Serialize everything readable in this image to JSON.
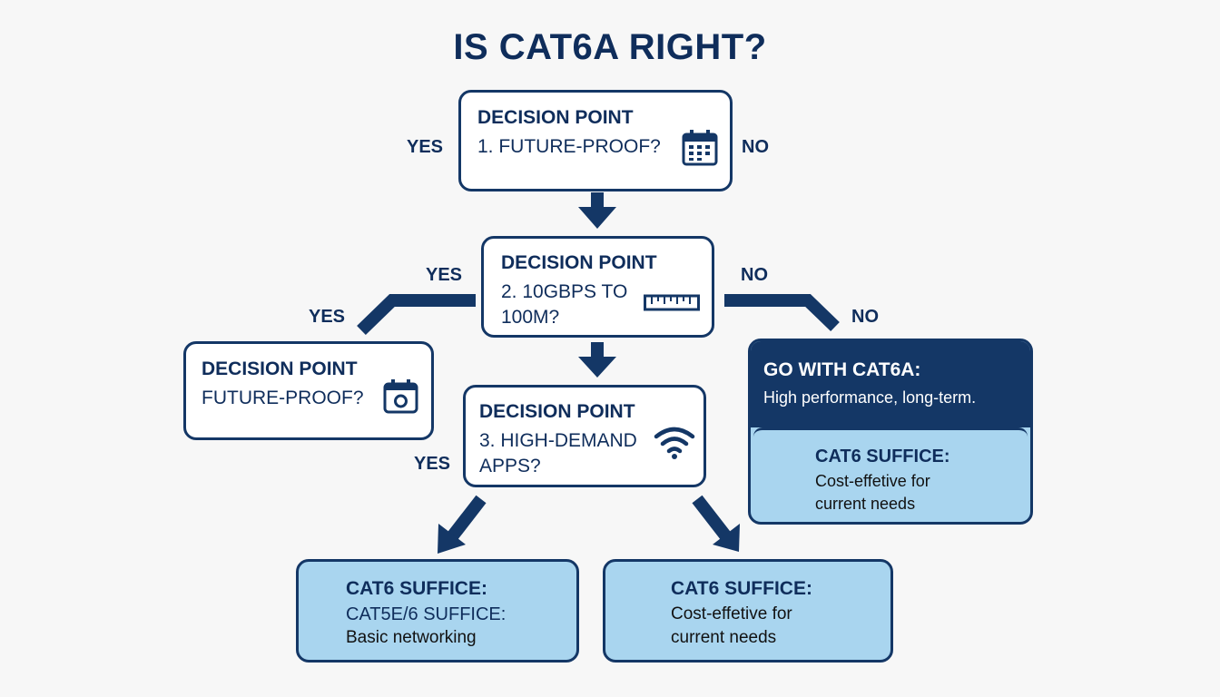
{
  "title": "IS CAT6A RIGHT?",
  "decision1": {
    "heading": "DECISION POINT",
    "question": "1. FUTURE-PROOF?",
    "icon": "calendar-icon"
  },
  "decision2": {
    "heading": "DECISION POINT",
    "question_line1": "2. 10GBPS TO",
    "question_line2": "100M?",
    "icon": "ruler-icon"
  },
  "decision_side": {
    "heading": "DECISION POINT",
    "question": "FUTURE-PROOF?",
    "icon": "calendar-icon"
  },
  "decision3": {
    "heading": "DECISION POINT",
    "question_line1": "3. HIGH-DEMAND",
    "question_line2": "APPS?",
    "icon": "wifi-icon"
  },
  "labels": {
    "d1_yes": "YES",
    "d1_no": "NO",
    "d2_yes_top": "YES",
    "d2_yes_left": "YES",
    "d2_no_top": "NO",
    "d2_no_right": "NO",
    "d3_yes": "YES"
  },
  "outcome_cat6a": {
    "heading": "GO WITH CAT6A:",
    "desc": "High performance, long-term.",
    "inner_heading": "CAT6 SUFFICE:",
    "inner_line1": "Cost-effetive for",
    "inner_line2": "current needs"
  },
  "outcome_left": {
    "line1": "CAT6 SUFFICE:",
    "line2": "CAT5E/6 SUFFICE:",
    "line3": "Basic networking"
  },
  "outcome_right": {
    "line1": "CAT6 SUFFICE:",
    "line2": "Cost-effetive for",
    "line3": "current needs"
  },
  "colors": {
    "navy": "#143766",
    "light_blue": "#a9d5ef",
    "background": "#f7f7f7"
  }
}
